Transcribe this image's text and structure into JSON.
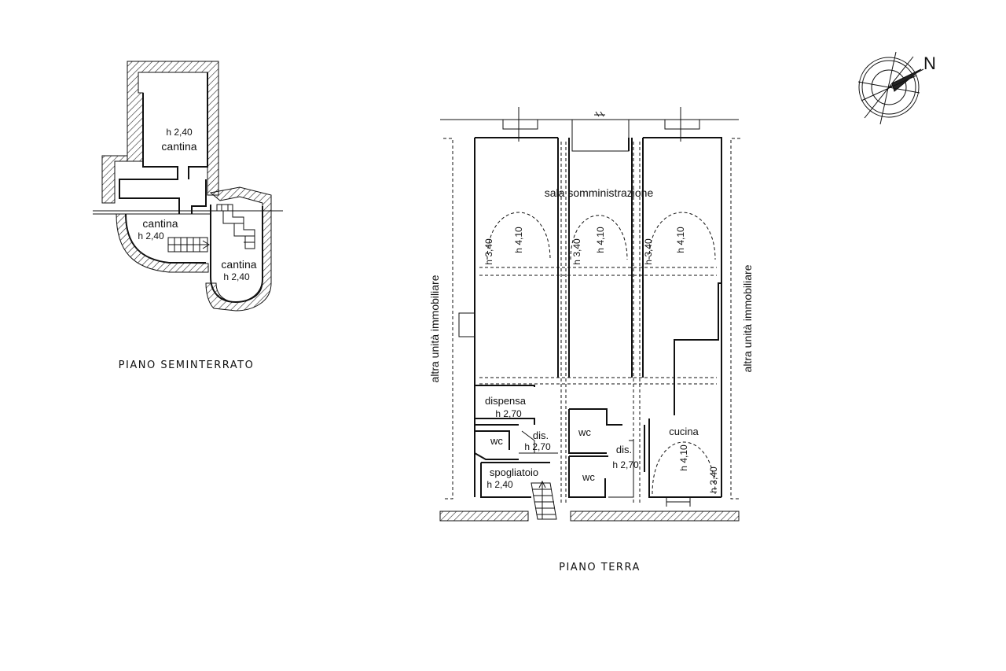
{
  "basement": {
    "title": "PIANO SEMINTERRATO",
    "rooms": [
      {
        "name": "cantina",
        "height": "h 2,40"
      },
      {
        "name": "cantina",
        "height": "h 2,40"
      },
      {
        "name": "cantina",
        "height": "h 2,40"
      }
    ]
  },
  "ground": {
    "title": "PIANO TERRA",
    "side_label": "altra unità immobiliare",
    "main_room": "sala  somministrazione",
    "vault_heights": [
      "h 4,10",
      "h 4,10",
      "h 4,10"
    ],
    "wall_heights": [
      "h 3,40",
      "h 3,40",
      "h 3,40"
    ],
    "rooms": {
      "dispensa": {
        "name": "dispensa",
        "height": "h 2,70"
      },
      "wc1": {
        "name": "wc"
      },
      "dis1": {
        "name": "dis.",
        "height": "h 2,70"
      },
      "spogliatoio": {
        "name": "spogliatoio",
        "height": "h 2,40"
      },
      "wc2": {
        "name": "wc"
      },
      "dis2": {
        "name": "dis.",
        "height": "h 2,70"
      },
      "wc3": {
        "name": "wc"
      },
      "cucina": {
        "name": "cucina",
        "vault_height": "h 4,10",
        "wall_height": "h 3,40"
      }
    }
  },
  "compass": {
    "label": "N"
  }
}
